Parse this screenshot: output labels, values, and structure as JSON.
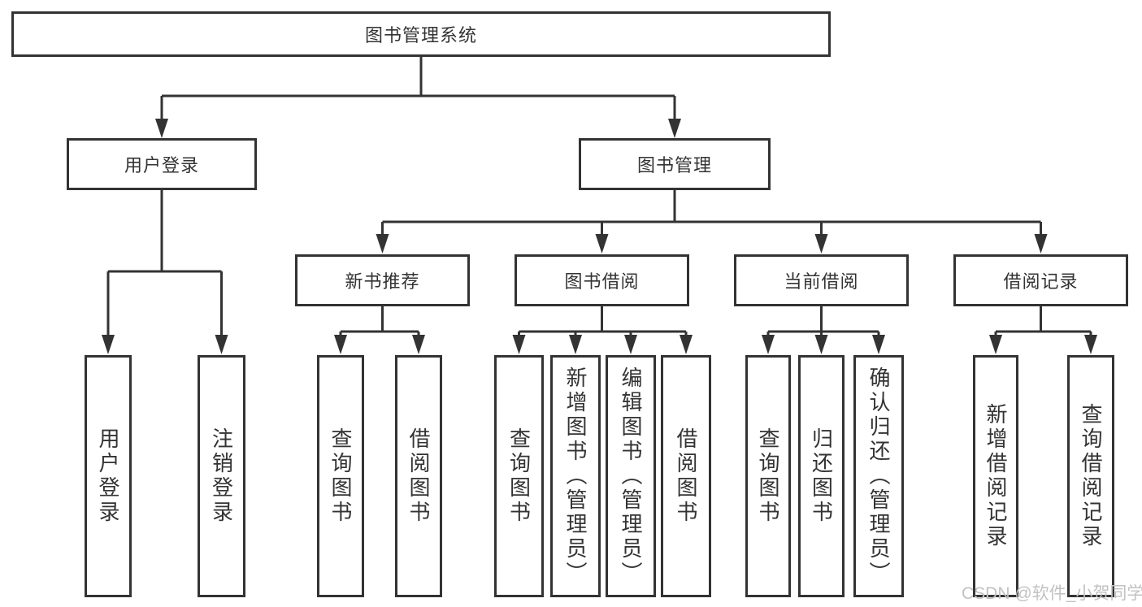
{
  "diagram": {
    "root_label": "图书管理系统",
    "level2": {
      "user_login": "用户登录",
      "book_mgmt": "图书管理"
    },
    "level3": {
      "new_book_rec": "新书推荐",
      "book_borrow": "图书借阅",
      "current_borrow": "当前借阅",
      "borrow_records": "借阅记录"
    },
    "leaves": {
      "user_login": [
        "用户登录",
        "注销登录"
      ],
      "new_book_rec": [
        "查询图书",
        "借阅图书"
      ],
      "book_borrow": [
        "查询图书",
        "新增图书（管理员）",
        "编辑图书（管理员）",
        "借阅图书"
      ],
      "current_borrow": [
        "查询图书",
        "归还图书",
        "确认归还（管理员）"
      ],
      "borrow_records": [
        "新增借阅记录",
        "查询借阅记录"
      ]
    }
  },
  "watermark": "CSDN @软件_小贺同学",
  "colors": {
    "line": "#333333",
    "text": "#333333",
    "watermark": "#c2c2c2",
    "background": "#ffffff"
  }
}
